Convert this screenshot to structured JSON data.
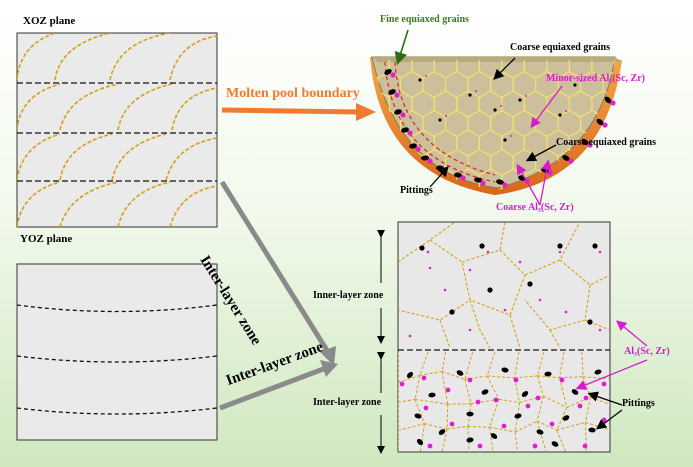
{
  "xoz_label": "XOZ plane",
  "yoz_label": "YOZ plane",
  "molten_pool_boundary": "Molten pool boundary",
  "inter_layer_zone_diag": "Inter-layer zone",
  "inter_layer_zone_lower": "Inter-layer zone",
  "fine_equiaxed_grains": "Fine equiaxed grains",
  "coarse_equiaxed_grains": "Coarse equiaxed grains",
  "minor_sized_precip": "Minor-sized Al₃(Sc, Zr)",
  "coarse_precip": "Coarse Al₃(Sc, Zr)",
  "pittings_top": "Pittings",
  "inner_layer_zone_label": "Inner-layer zone",
  "inter_layer_zone_label": "Inter-layer zone",
  "al3_precip_right": "Al₃(Sc, Zr)",
  "pittings_right": "Pittings",
  "colors": {
    "grain_boundary": "#d4a017",
    "precipitate": "#e020d0",
    "arrow_orange": "#f07a30",
    "arrow_gray": "#8a8a8a",
    "pool_fill": "#cbbf9c",
    "annotation_green": "#3a7d1a",
    "annotation_magenta": "#d81bd0"
  }
}
